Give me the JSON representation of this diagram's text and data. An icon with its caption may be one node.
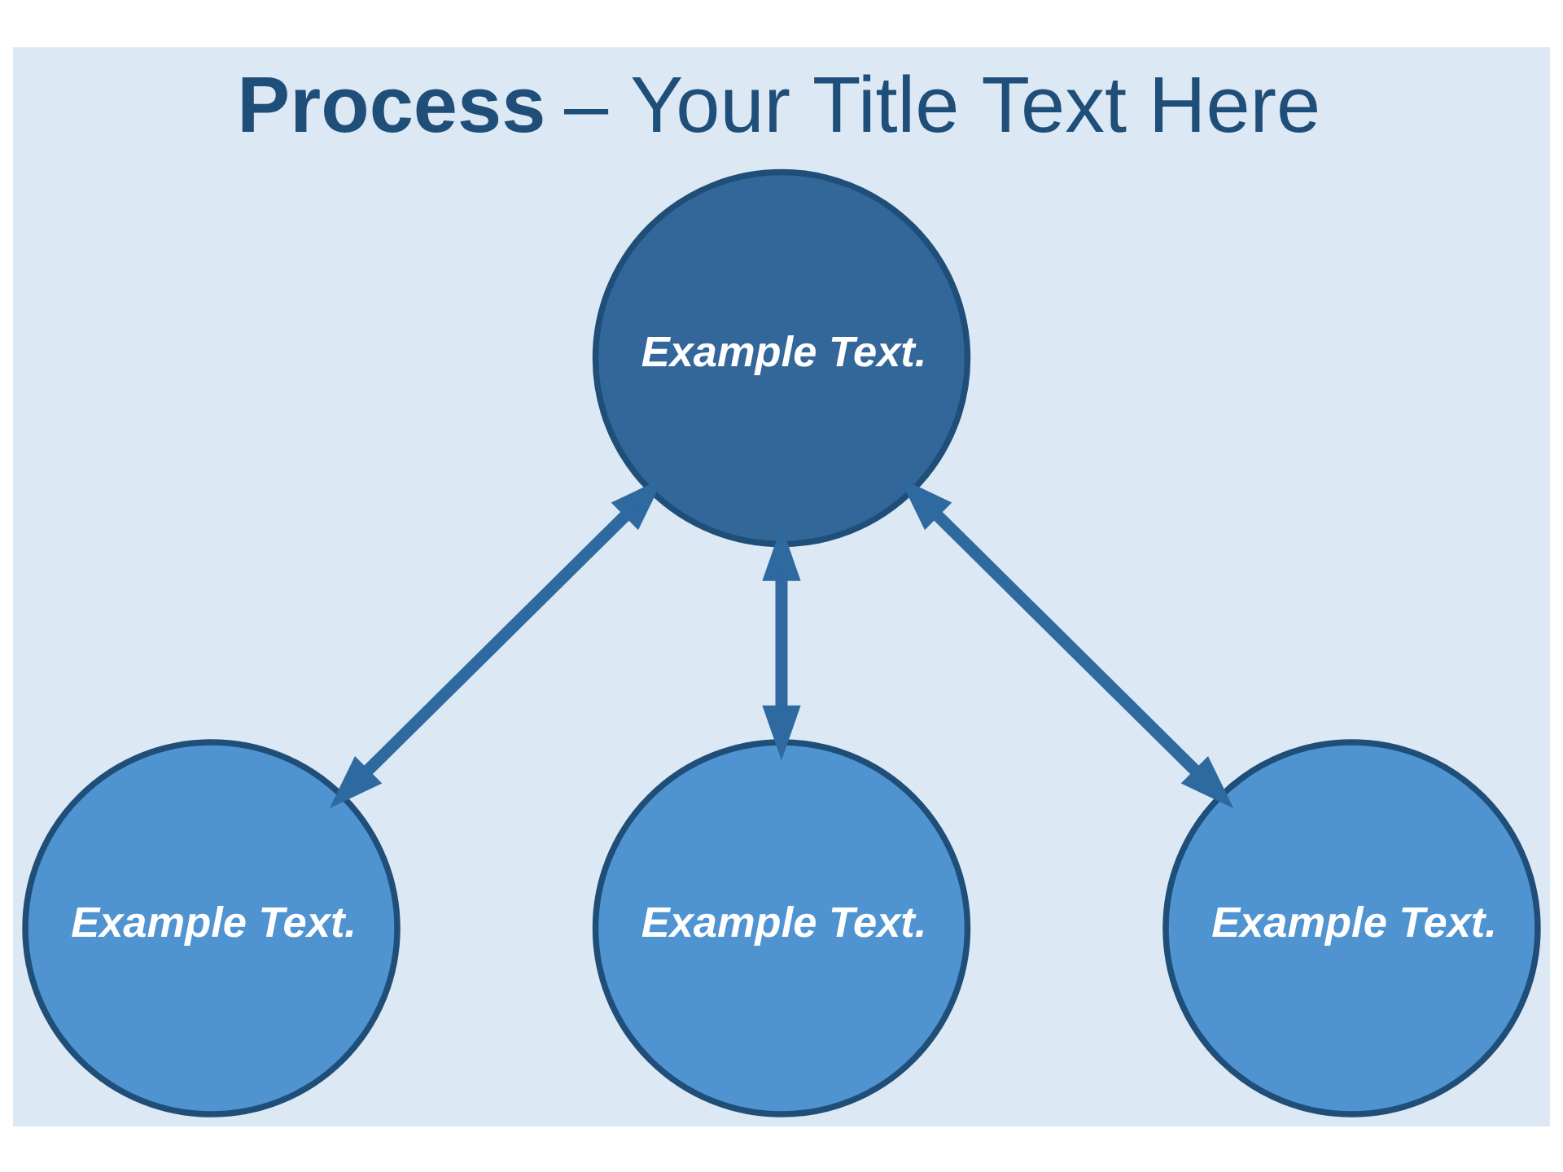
{
  "diagram": {
    "title": "**Process** – Your Title Text Here",
    "nodes": [
      {
        "text": [
          "Example Text."
        ]
      },
      {
        "text": [
          "Example Text."
        ]
      },
      {
        "text": [
          "Example Text."
        ]
      },
      {
        "text": [
          "Example Text."
        ]
      }
    ],
    "edges": [
      {
        "from": 0,
        "to": 1,
        "arrow": "both"
      },
      {
        "from": 0,
        "to": 2,
        "arrow": "both"
      },
      {
        "from": 0,
        "to": 3,
        "arrow": "both"
      }
    ]
  }
}
